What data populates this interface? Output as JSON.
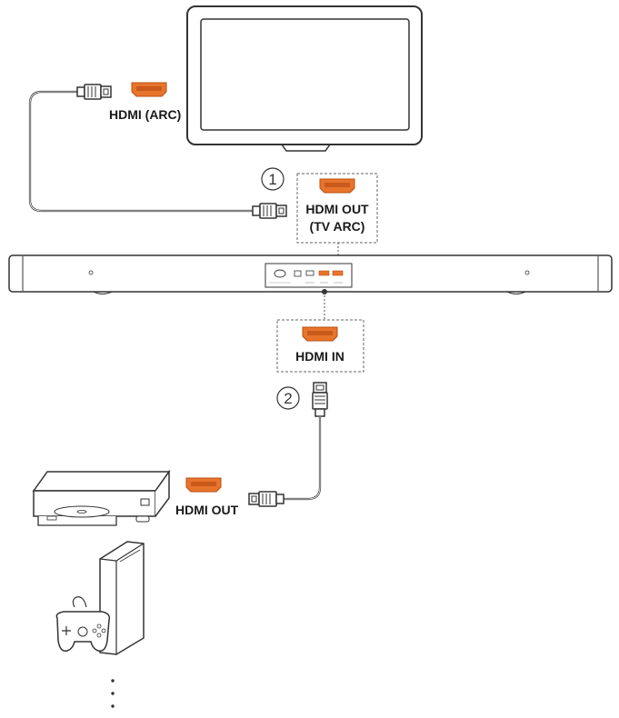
{
  "labels": {
    "tv_port": "HDMI (ARC)",
    "out_line1": "HDMI OUT",
    "out_line2": "(TV ARC)",
    "hdmi_in": "HDMI IN",
    "device_out": "HDMI OUT"
  },
  "steps": {
    "one": "1",
    "two": "2"
  },
  "colors": {
    "port": "#e8742c",
    "port_dark": "#b94f12",
    "stroke": "#333333",
    "dashed": "#666666"
  },
  "icons": [
    "tv-icon",
    "soundbar-icon",
    "hdmi-port-icon",
    "hdmi-plug-icon",
    "disc-player-icon",
    "game-console-icon",
    "gamepad-icon",
    "more-devices-dots-icon"
  ]
}
